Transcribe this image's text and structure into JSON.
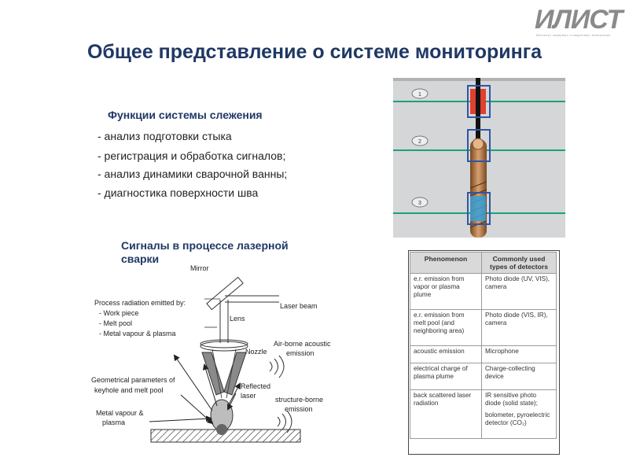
{
  "logo": {
    "text": "ИЛИСТ",
    "tagline": "Институт лазерных и сварочных технологий"
  },
  "title": "Общее представление о системе мониторинга",
  "functions": {
    "heading": "Функции системы слежения",
    "items": [
      "- анализ подготовки стыка",
      "- регистрация и обработка сигналов;",
      "- анализ динамики сварочной ванны;",
      "- диагностика поверхности шва"
    ]
  },
  "signals_title": "Сигналы в процессе лазерной сварки",
  "photo": {
    "markers": [
      "1",
      "2",
      "3"
    ]
  },
  "diagram": {
    "mirror": "Mirror",
    "laser_beam": "Laser beam",
    "process_radiation": "Process radiation emitted by:",
    "work_piece": "- Work piece",
    "melt_pool": "- Melt pool",
    "metal_vapour": "- Metal vapour & plasma",
    "lens": "Lens",
    "nozzle": "Nozzle",
    "airborne_1": "Air-borne acoustic",
    "airborne_2": "emission",
    "geometrical_1": "Geometrical parameters of",
    "geometrical_2": "keyhole and melt pool",
    "reflected_1": "Reflected",
    "reflected_2": "laser",
    "structure_1": "structure-borne",
    "structure_2": "emission",
    "vapour_1": "Metal vapour &",
    "vapour_2": "plasma"
  },
  "table": {
    "headers": [
      "Phenomenon",
      "Commonly used types of detectors"
    ],
    "rows": [
      {
        "phenomenon": "e.r. emission from vapor or plasma plume",
        "detectors": [
          "Photo diode (UV, VIS), camera"
        ]
      },
      {
        "phenomenon": "e.r. emission from melt pool (and neighboring area)",
        "detectors": [
          "Photo diode (VIS, IR), camera"
        ]
      },
      {
        "phenomenon": "acoustic emission",
        "detectors": [
          "Microphone"
        ]
      },
      {
        "phenomenon": "electrical charge of plasma plume",
        "detectors": [
          "Charge-collecting device"
        ]
      },
      {
        "phenomenon": "back scattered laser radiation",
        "detectors": [
          "IR sensitive photo diode (solid state);",
          "bolometer, pyroelectric detector (CO₂)"
        ]
      }
    ]
  }
}
